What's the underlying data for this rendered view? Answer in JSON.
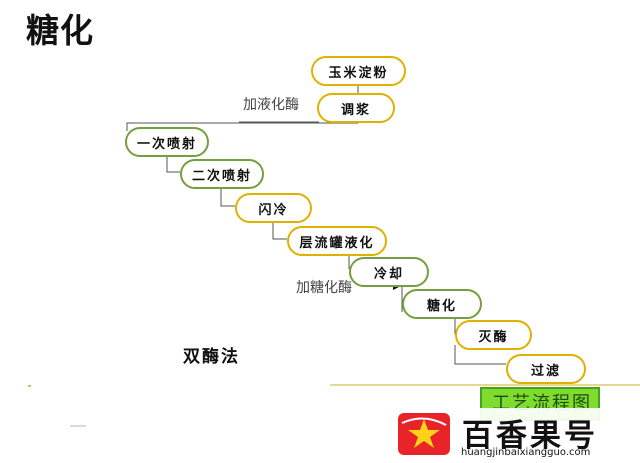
{
  "title": "糖化",
  "steps": [
    {
      "id": "corn_starch",
      "label": "玉米淀粉"
    },
    {
      "id": "slurry",
      "label": "调浆"
    },
    {
      "id": "first_jet",
      "label": "一次喷射"
    },
    {
      "id": "second_jet",
      "label": "二次喷射"
    },
    {
      "id": "flash_cool",
      "label": "闪冷"
    },
    {
      "id": "laminar_tank",
      "label": "层流罐液化"
    },
    {
      "id": "cooling",
      "label": "冷却"
    },
    {
      "id": "saccharification",
      "label": "糖化"
    },
    {
      "id": "inactivation",
      "label": "灭酶"
    },
    {
      "id": "filtration",
      "label": "过滤"
    }
  ],
  "notes": {
    "add_liquefying_enzyme": "加液化酶",
    "add_saccharifying_enzyme": "加糖化酶"
  },
  "method": "双酶法",
  "process_tag": "工艺流程图",
  "watermark": {
    "brand": "百香果号",
    "url": "huangjinbaixiangguo.com"
  },
  "colors": {
    "green_border": "#73a03c",
    "yellow_border": "#e0b000",
    "tag_fill": "#7ddc2e"
  }
}
